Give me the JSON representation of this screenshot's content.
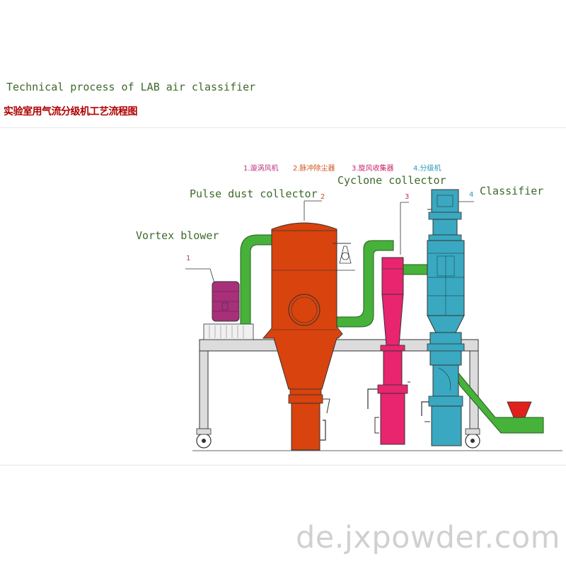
{
  "header": {
    "title_en": "Technical process of LAB air classifier",
    "title_cn": "实验室用气流分级机工艺流程图"
  },
  "legend": [
    {
      "text": "1.漩涡风机",
      "color": "#b8327e"
    },
    {
      "text": "2.脉冲除尘器",
      "color": "#d0541c"
    },
    {
      "text": "3.旋风收集器",
      "color": "#c8246a"
    },
    {
      "text": "4.分级机",
      "color": "#2a9ab5"
    }
  ],
  "labels": {
    "vortex_blower": "Vortex blower",
    "pulse_dust_collector": "Pulse dust collector",
    "cyclone_collector": "Cyclone collector",
    "classifier": "Classifier"
  },
  "numbers": {
    "n1": "1",
    "n2": "2",
    "n3": "3",
    "n4": "4"
  },
  "colors": {
    "blower": "#a8307a",
    "pulse_collector": "#d8430e",
    "cyclone": "#e8256e",
    "classifier": "#3aa8c0",
    "pipe": "#46b23a",
    "frame": "#d8d8d8",
    "hopper": "#e0201a"
  },
  "watermark": "de.jxpowder.com"
}
